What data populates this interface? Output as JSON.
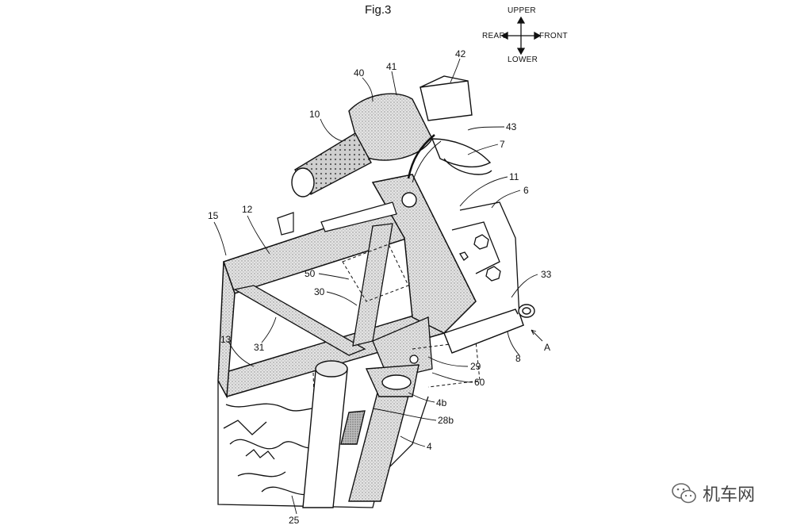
{
  "figure": {
    "title": "Fig.3"
  },
  "orientation": {
    "upper": "UPPER",
    "lower": "LOWER",
    "rear": "REAR",
    "front": "FRONT"
  },
  "labels": {
    "l10": "10",
    "l40": "40",
    "l41": "41",
    "l42": "42",
    "l43": "43",
    "l7": "7",
    "l11": "11",
    "l6": "6",
    "l15": "15",
    "l12": "12",
    "l50": "50",
    "l30": "30",
    "l33": "33",
    "l31": "31",
    "l13": "13",
    "l29": "29",
    "l60": "60",
    "l8": "8",
    "lA": "A",
    "l4b": "4b",
    "l28b": "28b",
    "l4": "4",
    "l25": "25"
  },
  "watermark": {
    "text": "机车网"
  }
}
